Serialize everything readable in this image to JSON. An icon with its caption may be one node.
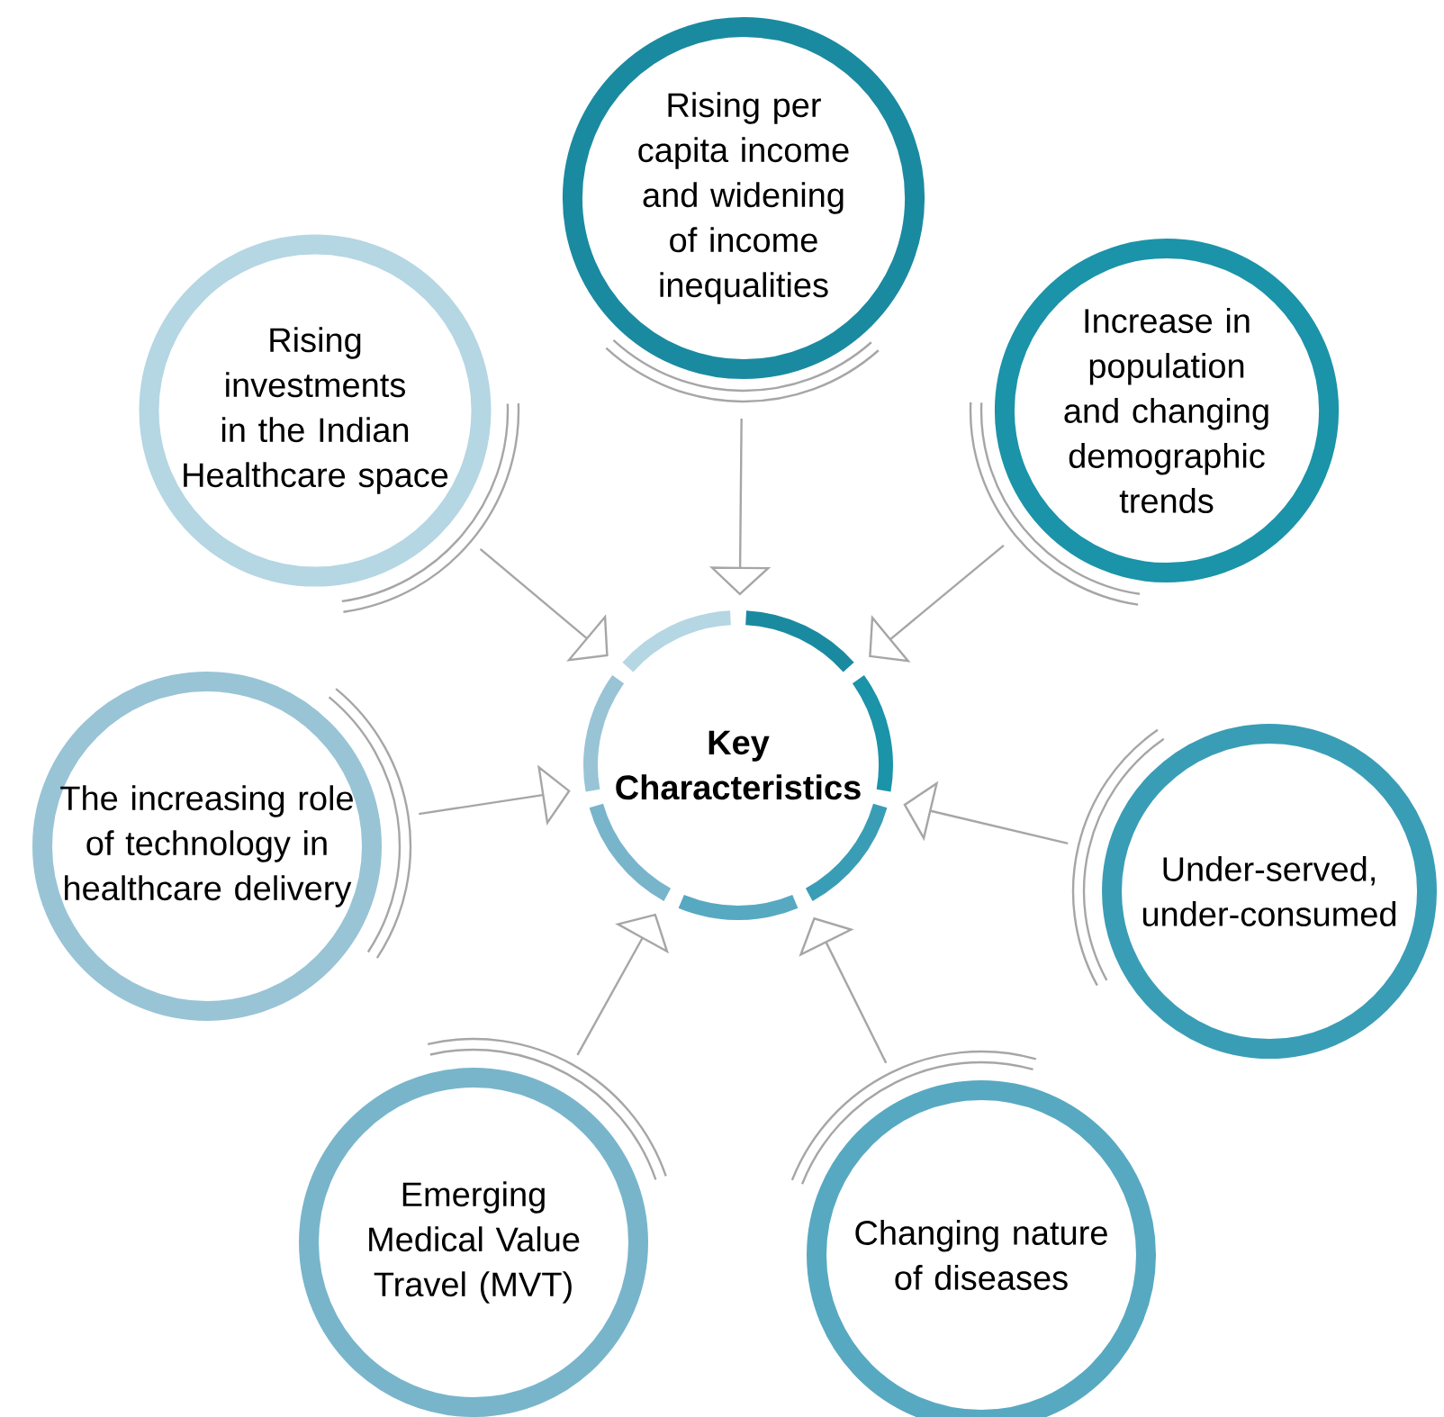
{
  "diagram": {
    "nodes": [
      {
        "text": [
          "Key Characteristics"
        ]
      },
      {
        "text": [
          "Rising per capita income and widening of income inequalities"
        ]
      },
      {
        "text": [
          "Increase in population and changing demographic trends"
        ]
      },
      {
        "text": [
          "Under-served, under-consumed"
        ]
      },
      {
        "text": [
          "Changing nature of diseases"
        ]
      },
      {
        "text": [
          "Emerging Medical Value Travel (MVT)"
        ]
      },
      {
        "text": [
          "The increasing role of technology in healthcare delivery"
        ]
      },
      {
        "text": [
          "Rising investments in the Indian Healthcare space"
        ]
      }
    ],
    "edges": [
      {
        "from": 1,
        "to": 0,
        "arrow": "to"
      },
      {
        "from": 2,
        "to": 0,
        "arrow": "to"
      },
      {
        "from": 3,
        "to": 0,
        "arrow": "to"
      },
      {
        "from": 4,
        "to": 0,
        "arrow": "to"
      },
      {
        "from": 5,
        "to": 0,
        "arrow": "to"
      },
      {
        "from": 6,
        "to": 0,
        "arrow": "to"
      },
      {
        "from": 7,
        "to": 0,
        "arrow": "to"
      }
    ]
  }
}
